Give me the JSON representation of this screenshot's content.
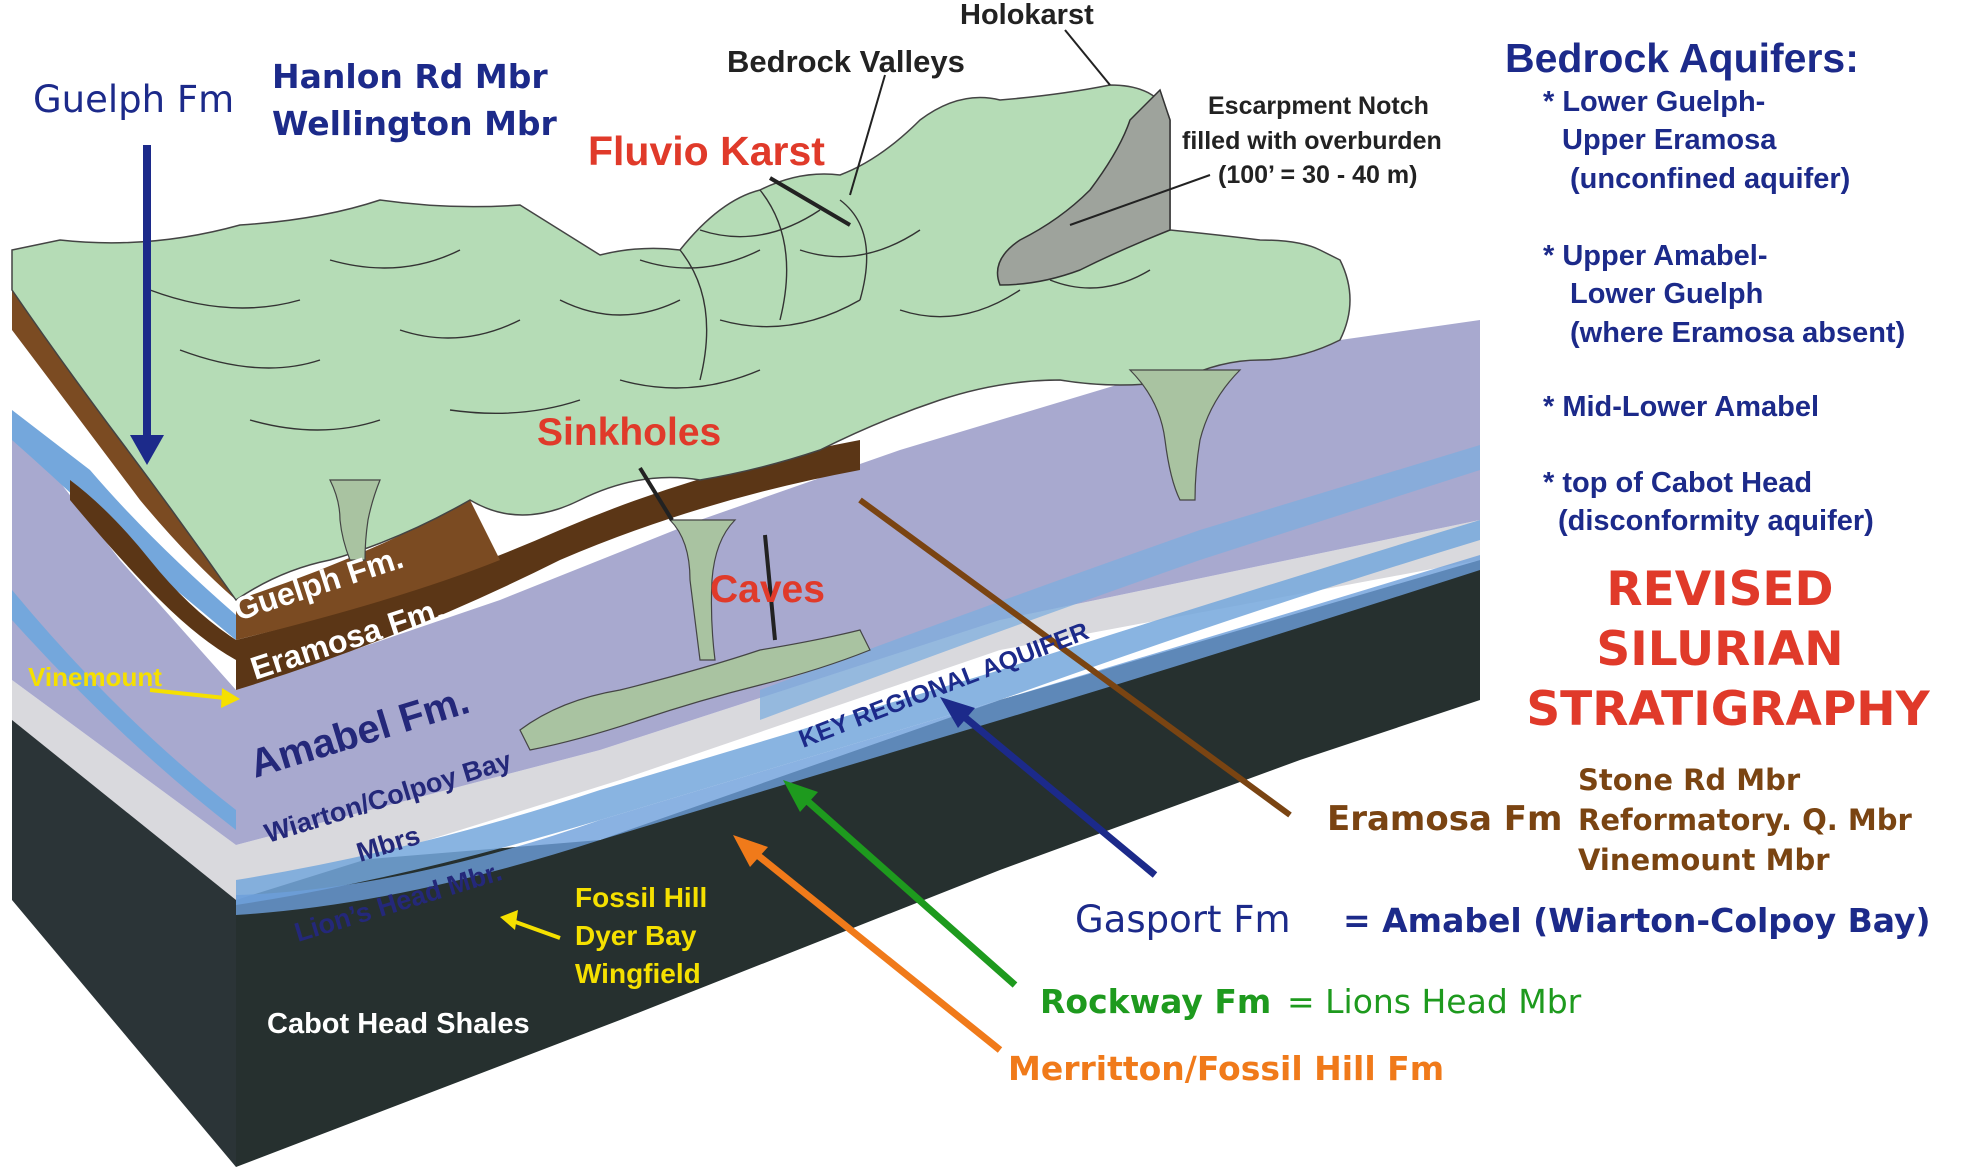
{
  "diagram": {
    "top_labels": {
      "holokarst": "Holokarst",
      "bedrock_valleys": "Bedrock Valleys",
      "escarpment_line1": "Escarpment Notch",
      "escarpment_line2": "filled with overburden",
      "escarpment_line3": "(100’ = 30 - 40 m)",
      "fluvio_karst": "Fluvio Karst",
      "sinkholes": "Sinkholes",
      "caves": "Caves"
    },
    "guelph": {
      "formation": "Guelph Fm",
      "member1": "Hanlon Rd  Mbr",
      "member2": "Wellington Mbr"
    },
    "block_labels": {
      "guelph_fm": "Guelph Fm.",
      "eramosa_fm": "Eramosa Fm.",
      "vinemount": "Vinemount",
      "amabel_fm": "Amabel Fm.",
      "wiarton_line1": "Wiarton/Colpoy Bay",
      "wiarton_line2": "Mbrs",
      "lions_head": "Lion’s Head Mbr.",
      "key_aquifer": "KEY REGIONAL AQUIFER",
      "fossil_hill": "Fossil Hill",
      "dyer_bay": "Dyer Bay",
      "wingfield": "Wingfield",
      "cabot_head": "Cabot Head Shales"
    },
    "aquifers": {
      "heading": "Bedrock Aquifers:",
      "items": [
        {
          "l1": "* Lower Guelph-",
          "l2": "Upper Eramosa",
          "l3": "(unconfined aquifer)"
        },
        {
          "l1": "* Upper Amabel-",
          "l2": "Lower Guelph",
          "l3": "(where Eramosa absent)"
        },
        {
          "l1": "* Mid-Lower Amabel"
        },
        {
          "l1": "* top of Cabot Head",
          "l2": "(disconformity aquifer)"
        }
      ]
    },
    "revised": {
      "line1": "REVISED",
      "line2": "SILURIAN",
      "line3": "STRATIGRAPHY"
    },
    "eramosa_revised": {
      "formation": "Eramosa Fm",
      "member1": "Stone Rd Mbr",
      "member2": "Reformatory. Q. Mbr",
      "member3": "Vinemount Mbr"
    },
    "equivalences": {
      "gasport": "Gasport Fm",
      "gasport_eq": "= Amabel (Wiarton-Colpoy Bay)",
      "rockway": "Rockway Fm",
      "rockway_eq": "= Lions Head Mbr",
      "merritton": "Merritton/Fossil Hill Fm"
    },
    "colors": {
      "green_surface": "#b5dcb6",
      "brown_guelph": "#7a4a22",
      "brown_eramosa": "#5a3515",
      "amabel": "#a9aad0",
      "aquifer_blue": "#6fa6dc",
      "cabot_dark": "#1f2a2e",
      "navy": "#1c2a8a",
      "red": "#e03a2a",
      "orange": "#f07a1a",
      "green": "#1e9a1e",
      "yellow": "#f5e000",
      "brown_text": "#7a4412"
    }
  }
}
